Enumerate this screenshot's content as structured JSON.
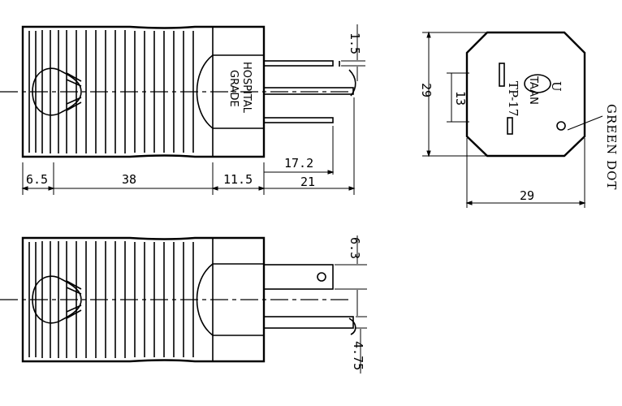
{
  "top_view": {
    "stamp_line1": "HOSPITAL",
    "stamp_line2": "GRADE",
    "dim_blade_gap": "1.5",
    "dim_blade_len_a": "17.2",
    "dim_blade_len_b": "21",
    "dim_a": "6.5",
    "dim_b": "38",
    "dim_c": "11.5"
  },
  "bottom_view": {
    "dim_blade_width": "6.3",
    "dim_blade_thick": "4.75"
  },
  "face_view": {
    "brand": "TAAN",
    "model": "TP-17",
    "ul_mark": "U",
    "dim_height": "29",
    "dim_slot": "13",
    "dim_width": "29",
    "callout": "GREEN DOT"
  }
}
